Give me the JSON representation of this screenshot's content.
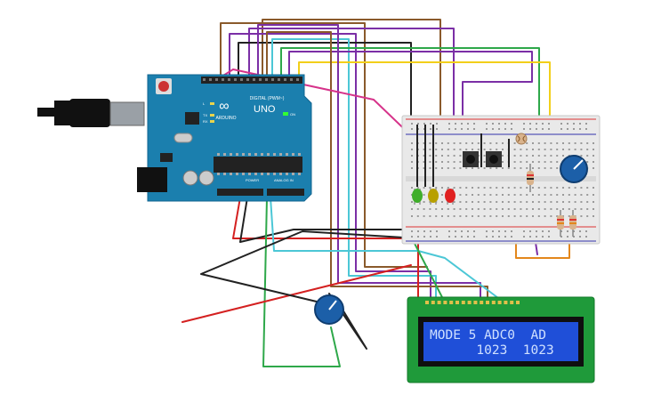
{
  "arduino": {
    "logo_text": "UNO",
    "brand_text": "ARDUINO",
    "digital_label": "DIGITAL (PWM~)",
    "power_label": "POWER",
    "analog_label": "ANALOG IN",
    "tx_label": "TX",
    "rx_label": "RX",
    "l_label": "L",
    "on_label": "ON"
  },
  "lcd": {
    "line1": "MODE 5 ADC0  AD",
    "line2": "      1023  1023",
    "bezel_color": "#1f9a3a",
    "screen_color": "#1f4fd8",
    "text_color": "#cfe0ff"
  },
  "leds": [
    {
      "color": "green",
      "hex": "#3fae2a"
    },
    {
      "color": "yellow",
      "hex": "#b8a000"
    },
    {
      "color": "red",
      "hex": "#e02020"
    }
  ],
  "colors": {
    "board": "#1b7fae",
    "breadboard": "#e9e9e9",
    "rail_red": "#d33",
    "rail_blue": "#33a"
  }
}
